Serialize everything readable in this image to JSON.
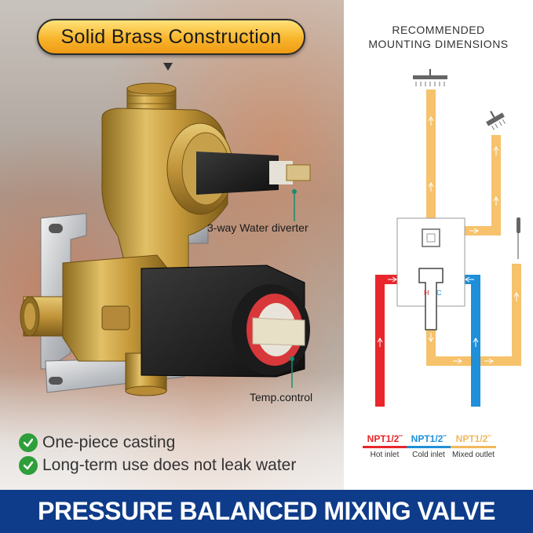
{
  "badge": {
    "text": "Solid Brass Construction"
  },
  "callouts": {
    "diverter": "3-way Water diverter",
    "temp": "Temp.control"
  },
  "features": [
    "One-piece casting",
    "Long-term use does not leak water"
  ],
  "mounting": {
    "line1": "RECOMMENDED",
    "line2": "MOUNTING DIMENSIONS"
  },
  "diagram": {
    "hot_letter": "H",
    "cold_letter": "C"
  },
  "legend": [
    {
      "label": "NPT1/2˝",
      "sub": "Hot inlet",
      "color": "#e8262b"
    },
    {
      "label": "NPT1/2˝",
      "sub": "Cold inlet",
      "color": "#1e8fd8"
    },
    {
      "label": "NPT1/2˝",
      "sub": "Mixed outlet",
      "color": "#f2b85a"
    }
  ],
  "footer": {
    "title": "PRESSURE BALANCED MIXING VALVE"
  },
  "colors": {
    "hot": "#e8262b",
    "cold": "#1e8fd8",
    "mixed": "#f6c26b",
    "footer": "#0e3c8a",
    "check": "#2e9e3a"
  },
  "icons": [
    "arrow-down-icon",
    "check-icon",
    "rain-showerhead-icon",
    "showerhead-icon",
    "handheld-shower-icon"
  ]
}
